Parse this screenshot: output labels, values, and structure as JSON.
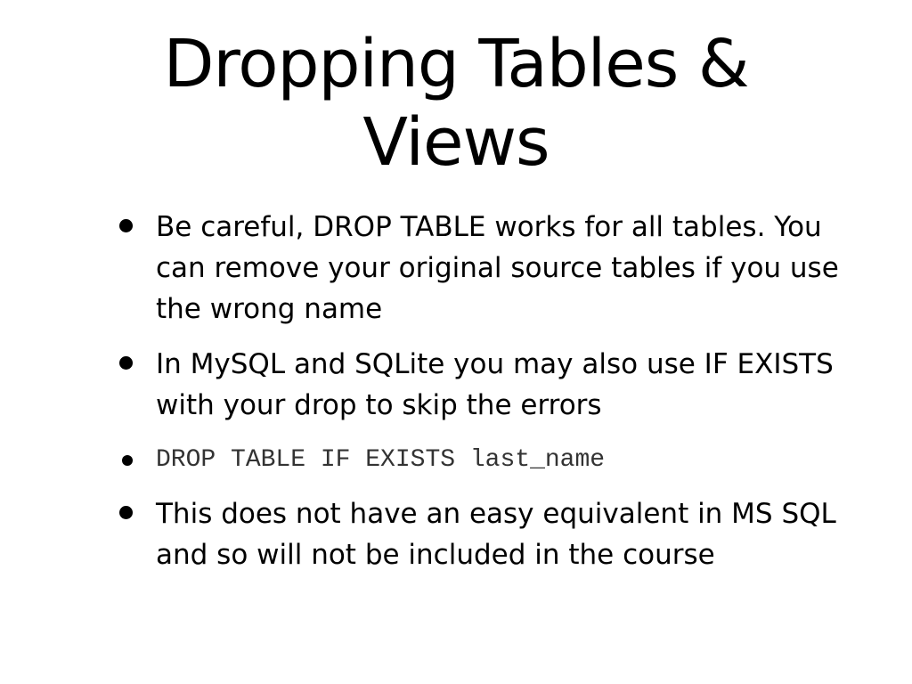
{
  "slide": {
    "title_line1": "Dropping Tables &",
    "title_line2": "Views",
    "bullets": [
      "Be careful, DROP TABLE works for all tables. You can remove your original source tables if you use the wrong name",
      "In MySQL and SQLite you may also use IF EXISTS with your drop to skip the errors",
      "DROP TABLE IF EXISTS last_name",
      "This does not have an easy equivalent in MS SQL and so will not be included in the course"
    ]
  }
}
